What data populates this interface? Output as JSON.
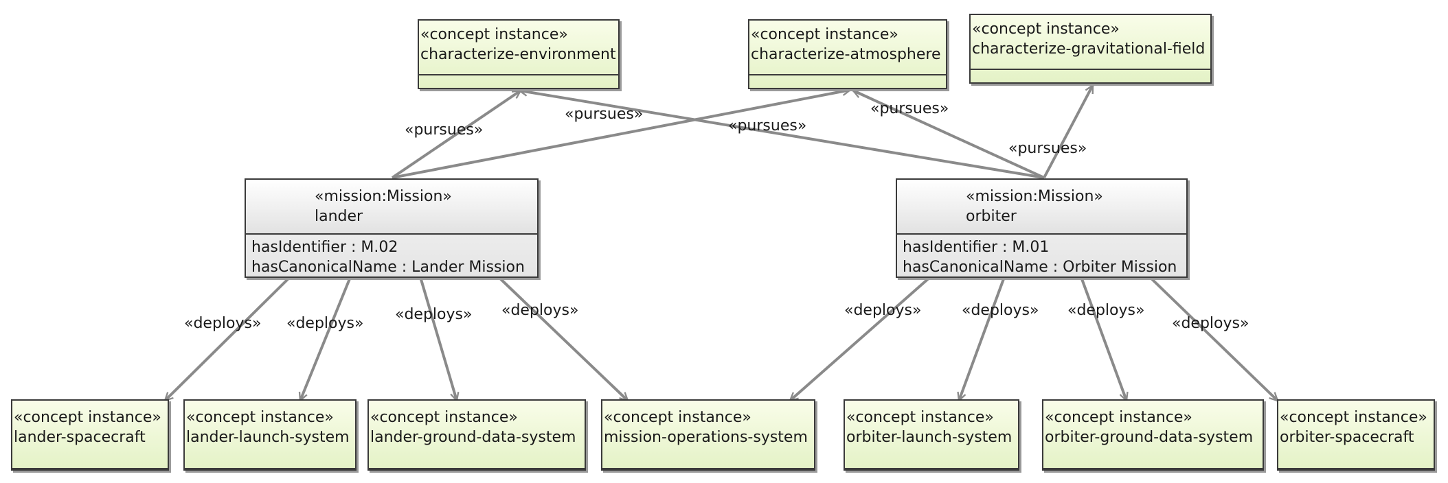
{
  "stereotypes": {
    "concept": "«concept instance»",
    "mission": "«mission:Mission»",
    "pursues": "«pursues»",
    "deploys": "«deploys»"
  },
  "objectives": {
    "env": "characterize-environment",
    "atm": "characterize-atmosphere",
    "grav": "characterize-gravitational-field"
  },
  "missions": {
    "lander": {
      "name": "lander",
      "identifier": "hasIdentifier : M.02",
      "canonical": "hasCanonicalName : Lander Mission"
    },
    "orbiter": {
      "name": "orbiter",
      "identifier": "hasIdentifier : M.01",
      "canonical": "hasCanonicalName : Orbiter Mission"
    }
  },
  "components": {
    "lander_spacecraft": "lander-spacecraft",
    "lander_launch": "lander-launch-system",
    "lander_gds": "lander-ground-data-system",
    "mos": "mission-operations-system",
    "orbiter_launch": "orbiter-launch-system",
    "orbiter_gds": "orbiter-ground-data-system",
    "orbiter_spacecraft": "orbiter-spacecraft"
  },
  "colors": {
    "concept_fill": "#e4f2c6",
    "edge": "#8a8a8a",
    "border": "#3a3a3a"
  }
}
